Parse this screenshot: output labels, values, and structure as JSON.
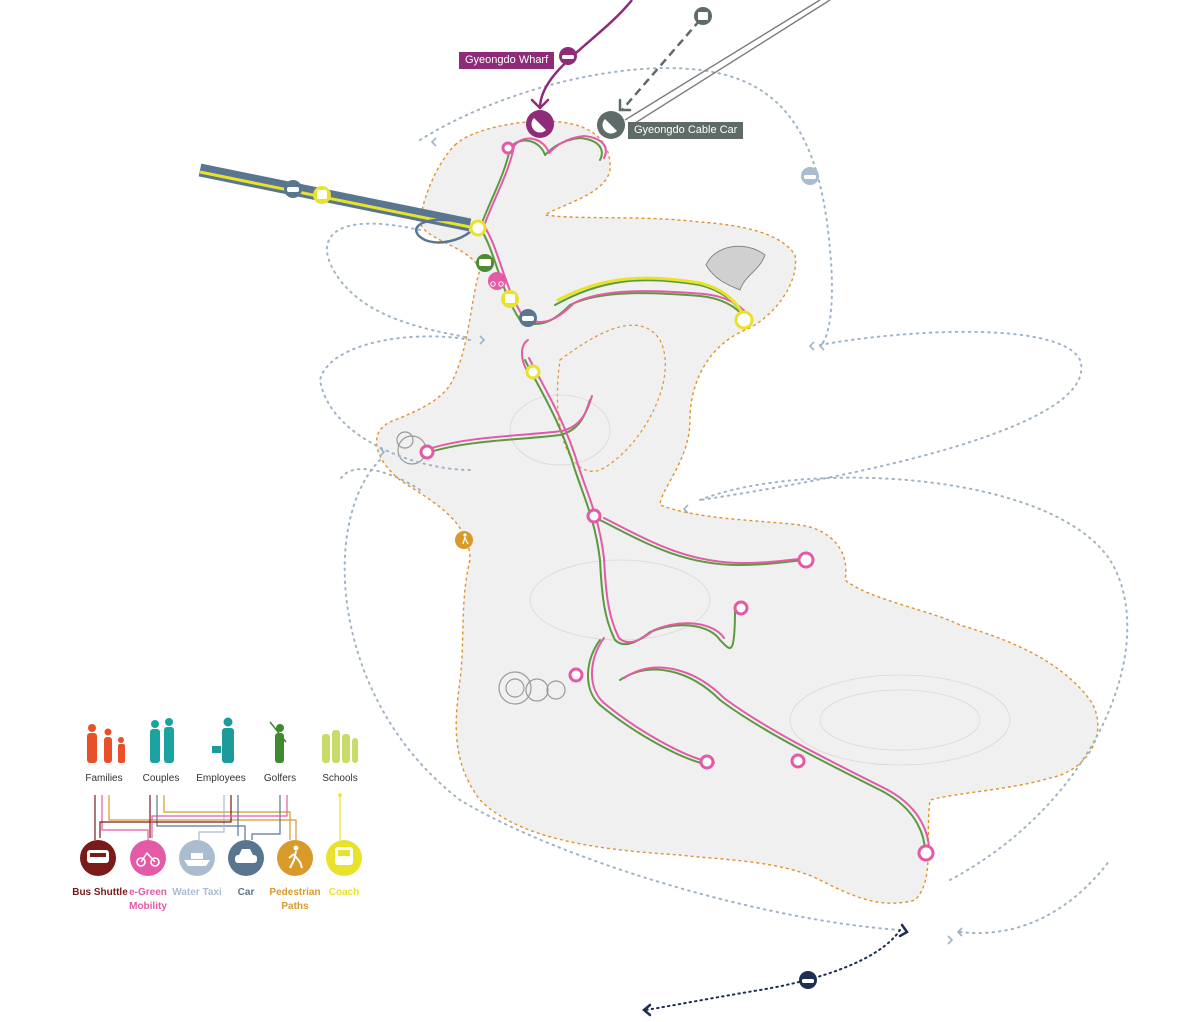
{
  "callouts": {
    "wharf": "Gyeongdo Wharf",
    "cable_car": "Gyeongdo Cable Car"
  },
  "users": [
    {
      "label": "Families",
      "color": "#e8502a"
    },
    {
      "label": "Couples",
      "color": "#1aa3a0"
    },
    {
      "label": "Employees",
      "color": "#1d9a9a"
    },
    {
      "label": "Golfers",
      "color": "#3f8a2e"
    },
    {
      "label": "Schools",
      "color": "#c9dc6a"
    }
  ],
  "modes": [
    {
      "label": "Bus Shuttle",
      "color": "#7a1a1a",
      "icon": "bus-icon"
    },
    {
      "label": "e-Green Mobility",
      "color": "#e35aa6",
      "icon": "bicycle-icon"
    },
    {
      "label": "Water Taxi",
      "color": "#a9bcd0",
      "icon": "boat-icon"
    },
    {
      "label": "Car",
      "color": "#5a7590",
      "icon": "car-icon"
    },
    {
      "label": "Pedestrian Paths",
      "color": "#d89a2a",
      "icon": "pedestrian-icon"
    },
    {
      "label": "Coach",
      "color": "#e8e22a",
      "icon": "coach-icon"
    }
  ],
  "colors": {
    "route_pink": "#e35aa6",
    "route_green": "#5b9a3e",
    "route_yellow": "#e8e22a",
    "wharf_purple": "#8e2c7a",
    "cable_gray": "#5f6b68",
    "road_blue": "#5a7590",
    "water_dots": "#9fb3c8",
    "coast_orange": "#e0932a"
  }
}
